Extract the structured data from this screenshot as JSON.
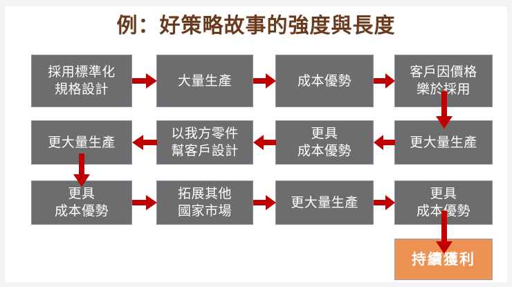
{
  "slide": {
    "title": "例：好策略故事的強度與長度",
    "title_color": "#6b3a1d",
    "background_color": "#ffffff",
    "node_fill_gray": "#6d6d6d",
    "node_fill_orange": "#ed9253",
    "node_border_color": "#8a90a8",
    "arrow_color": "#c00000",
    "node_text_color": "#ffffff"
  },
  "rows": [
    {
      "direction": "left-to-right",
      "nodes": [
        {
          "text": "採用標準化\n規格設計",
          "line1": "採用標準化",
          "line2": "規格設計",
          "fill": "gray"
        },
        {
          "text": "大量生產",
          "line1": "大量生產",
          "line2": "",
          "fill": "gray"
        },
        {
          "text": "成本優勢",
          "line1": "成本優勢",
          "line2": "",
          "fill": "gray"
        },
        {
          "text": "客戶因價格\n樂於採用",
          "line1": "客戶因價格",
          "line2": "樂於採用",
          "fill": "gray"
        }
      ]
    },
    {
      "direction": "right-to-left",
      "nodes": [
        {
          "text": "更大量生產",
          "line1": "更大量生產",
          "line2": "",
          "fill": "gray"
        },
        {
          "text": "以我方零件\n幫客戶設計",
          "line1": "以我方零件",
          "line2": "幫客戶設計",
          "fill": "gray"
        },
        {
          "text": "更具\n成本優勢",
          "line1": "更具",
          "line2": "成本優勢",
          "fill": "gray"
        },
        {
          "text": "更大量生產",
          "line1": "更大量生產",
          "line2": "",
          "fill": "gray"
        }
      ]
    },
    {
      "direction": "left-to-right",
      "nodes": [
        {
          "text": "更具\n成本優勢",
          "line1": "更具",
          "line2": "成本優勢",
          "fill": "gray"
        },
        {
          "text": "拓展其他\n國家市場",
          "line1": "拓展其他",
          "line2": "國家市場",
          "fill": "gray"
        },
        {
          "text": "更大量生產",
          "line1": "更大量生產",
          "line2": "",
          "fill": "gray"
        },
        {
          "text": "更具\n成本優勢",
          "line1": "更具",
          "line2": "成本優勢",
          "fill": "gray"
        }
      ]
    }
  ],
  "final_node": {
    "text": "持續獲利",
    "line1": "持續獲利",
    "line2": "",
    "fill": "orange"
  },
  "connectors": [
    {
      "id": "r1c1-r1c2",
      "type": "arrow-right"
    },
    {
      "id": "r1c2-r1c3",
      "type": "arrow-right"
    },
    {
      "id": "r1c3-r1c4",
      "type": "arrow-right"
    },
    {
      "id": "r1c4-r2c4",
      "type": "arrow-down"
    },
    {
      "id": "r2c4-r2c3",
      "type": "arrow-left"
    },
    {
      "id": "r2c3-r2c2",
      "type": "arrow-left"
    },
    {
      "id": "r2c2-r2c1",
      "type": "arrow-left"
    },
    {
      "id": "r2c1-r3c1",
      "type": "arrow-down"
    },
    {
      "id": "r3c1-r3c2",
      "type": "arrow-right"
    },
    {
      "id": "r3c2-r3c3",
      "type": "arrow-right"
    },
    {
      "id": "r3c3-r3c4",
      "type": "arrow-right"
    },
    {
      "id": "r3c4-final",
      "type": "arrow-down"
    }
  ]
}
